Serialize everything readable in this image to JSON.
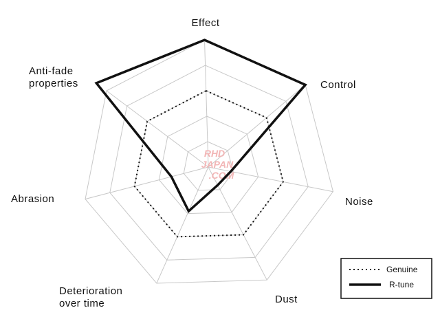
{
  "chart_data": {
    "type": "radar",
    "axes": [
      "Effect",
      "Control",
      "Noise",
      "Dust",
      "Deterioration over time",
      "Abrasion",
      "Anti-fade properties"
    ],
    "levels": 5,
    "range": [
      0,
      5
    ],
    "series": [
      {
        "name": "Genuine",
        "style": "dotted",
        "color": "#111111",
        "values": [
          3,
          3,
          3,
          3,
          3,
          3,
          3
        ]
      },
      {
        "name": "R-tune",
        "style": "solid",
        "color": "#111111",
        "values": [
          5,
          5,
          0.9,
          0.8,
          1.9,
          1.5,
          5.5
        ]
      }
    ],
    "legend_position": "bottom-right",
    "grid": true,
    "grid_color": "#c8c8c8"
  },
  "watermark": {
    "lines": [
      "RHD",
      "JAPAN",
      ".COM"
    ],
    "color": "#f2b6b6"
  }
}
